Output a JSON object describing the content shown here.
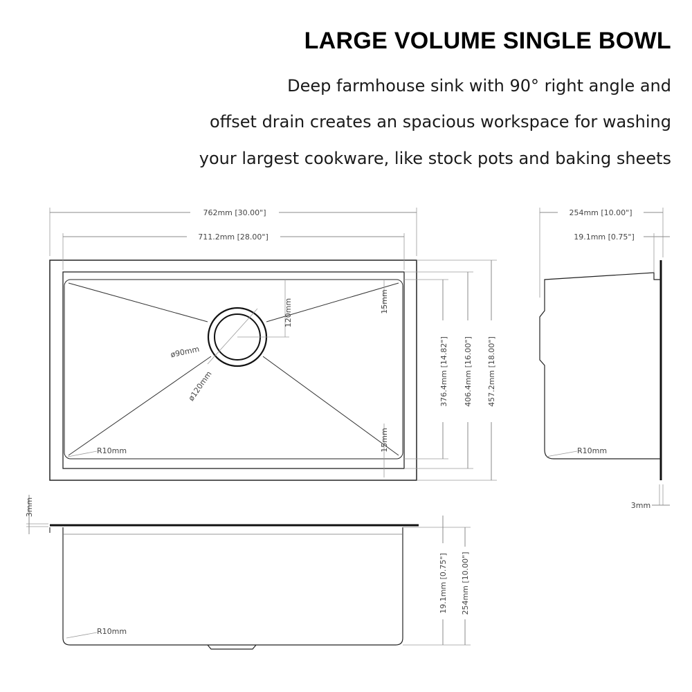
{
  "heading": {
    "title": "LARGE VOLUME SINGLE BOWL",
    "lines": [
      "Deep farmhouse sink with 90° right angle and",
      "offset drain creates an spacious workspace for washing",
      "your largest cookware, like stock pots and baking sheets"
    ]
  },
  "top_view": {
    "overall_width": "762mm [30.00\"]",
    "inner_width": "711.2mm [28.00\"]",
    "bowl_depth_dim": "376.4mm [14.82\"]",
    "inner_depth_dim": "406.4mm [16.00\"]",
    "overall_depth_dim": "457.2mm [18.00\"]",
    "drain_inner": "ø90mm",
    "drain_outer": "ø120mm",
    "drain_offset": "120mm",
    "margin_top": "15mm",
    "margin_bottom": "15mm",
    "corner_radius": "R10mm"
  },
  "side_view": {
    "depth": "254mm [10.00\"]",
    "ledge": "19.1mm [0.75\"]",
    "flange": "3mm",
    "corner_radius": "R10mm"
  },
  "front_view": {
    "flange": "3mm",
    "ledge": "19.1mm [0.75\"]",
    "depth": "254mm [10.00\"]",
    "corner_radius": "R10mm"
  }
}
